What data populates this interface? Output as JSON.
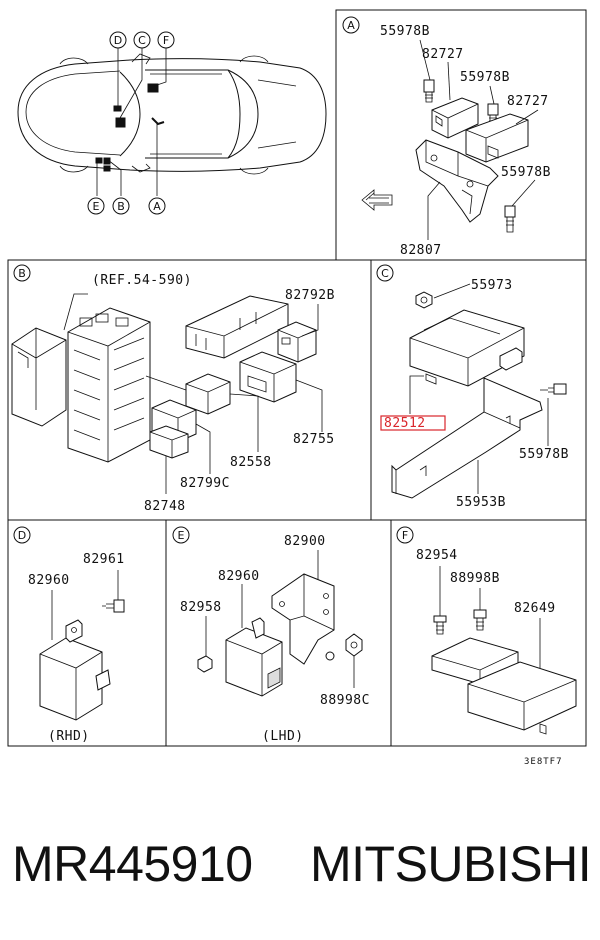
{
  "panels": {
    "A": {
      "letter": "A",
      "parts": [
        "55978B",
        "82727",
        "55978B",
        "82727",
        "55978B",
        "82807"
      ]
    },
    "B": {
      "letter": "B",
      "ref": "(REF.54-590)",
      "parts": [
        "82792B",
        "82755",
        "82558",
        "82799C",
        "82748"
      ]
    },
    "C": {
      "letter": "C",
      "parts": [
        "55973",
        "82512",
        "55978B",
        "55953B"
      ]
    },
    "D": {
      "letter": "D",
      "parts": [
        "82961",
        "82960"
      ],
      "caption": "(RHD)"
    },
    "E": {
      "letter": "E",
      "parts": [
        "82900",
        "82960",
        "82958",
        "88998C"
      ],
      "caption": "(LHD)"
    },
    "F": {
      "letter": "F",
      "parts": [
        "82954",
        "88998B",
        "82649"
      ]
    }
  },
  "car_callouts": [
    "D",
    "C",
    "F",
    "E",
    "B",
    "A"
  ],
  "figure_code": "3E8TF7",
  "footer": {
    "part_number": "MR445910",
    "brand": "MITSUBISHI"
  },
  "colors": {
    "line": "#111111",
    "highlight": "#d9262b"
  }
}
